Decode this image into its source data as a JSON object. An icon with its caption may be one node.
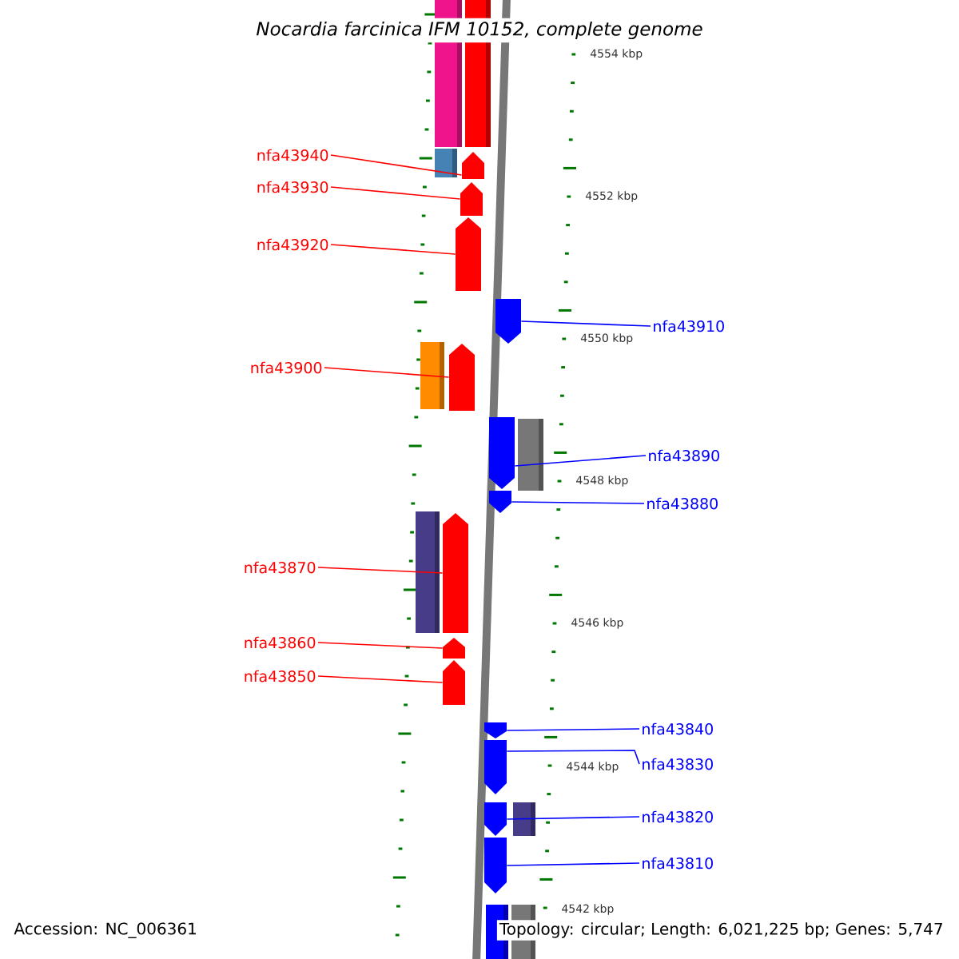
{
  "diagram": {
    "title": "Nocardia farcinica IFM 10152, complete genome",
    "nodes": [
      {
        "text": [
          "nfa43940"
        ]
      },
      {
        "text": [
          "nfa43930"
        ]
      },
      {
        "text": [
          "nfa43920"
        ]
      },
      {
        "text": [
          "nfa43900"
        ]
      },
      {
        "text": [
          "nfa43870"
        ]
      },
      {
        "text": [
          "nfa43860"
        ]
      },
      {
        "text": [
          "nfa43850"
        ]
      },
      {
        "text": [
          "nfa43910"
        ]
      },
      {
        "text": [
          "nfa43890"
        ]
      },
      {
        "text": [
          "nfa43880"
        ]
      },
      {
        "text": [
          "nfa43840"
        ]
      },
      {
        "text": [
          "nfa43830"
        ]
      },
      {
        "text": [
          "nfa43820"
        ]
      },
      {
        "text": [
          "nfa43810"
        ]
      },
      {
        "text": [],
        "shape": "box"
      },
      {
        "text": [],
        "shape": "box"
      },
      {
        "text": [],
        "shape": "box"
      },
      {
        "text": [],
        "shape": "pentagon"
      },
      {
        "text": [],
        "shape": "pentagon"
      },
      {
        "text": [],
        "shape": "pentagon"
      },
      {
        "text": [],
        "shape": "pentagon"
      },
      {
        "text": [],
        "shape": "box"
      },
      {
        "text": [],
        "shape": "pentagon"
      },
      {
        "text": [],
        "shape": "pentagon"
      },
      {
        "text": [],
        "shape": "box"
      },
      {
        "text": [],
        "shape": "pentagon"
      },
      {
        "text": [],
        "shape": "box"
      },
      {
        "text": [],
        "shape": "pentagon"
      },
      {
        "text": [],
        "shape": "pentagon"
      },
      {
        "text": [],
        "shape": "pentagon"
      },
      {
        "text": [],
        "shape": "pentagon"
      },
      {
        "text": [],
        "shape": "pentagon"
      },
      {
        "text": [],
        "shape": "pentagon"
      },
      {
        "text": [],
        "shape": "box"
      },
      {
        "text": [],
        "shape": "pentagon"
      },
      {
        "text": [],
        "shape": "box"
      },
      {
        "text": [],
        "shape": "box"
      }
    ],
    "edges": [
      {
        "from": 0,
        "to": 17,
        "arrow": "none",
        "color": "#ff0000"
      },
      {
        "from": 1,
        "to": 18,
        "arrow": "none",
        "color": "#ff0000"
      },
      {
        "from": 2,
        "to": 19,
        "arrow": "none",
        "color": "#ff0000"
      },
      {
        "from": 3,
        "to": 22,
        "arrow": "none",
        "color": "#ff0000"
      },
      {
        "from": 4,
        "to": 27,
        "arrow": "none",
        "color": "#ff0000"
      },
      {
        "from": 5,
        "to": 28,
        "arrow": "none",
        "color": "#ff0000"
      },
      {
        "from": 6,
        "to": 29,
        "arrow": "none",
        "color": "#ff0000"
      },
      {
        "from": 7,
        "to": 20,
        "arrow": "none",
        "color": "#0000ff"
      },
      {
        "from": 8,
        "to": 23,
        "arrow": "none",
        "color": "#0000ff"
      },
      {
        "from": 9,
        "to": 25,
        "arrow": "none",
        "color": "#0000ff"
      },
      {
        "from": 10,
        "to": 30,
        "arrow": "none",
        "color": "#0000ff"
      },
      {
        "from": 11,
        "to": 31,
        "arrow": "none",
        "color": "#0000ff"
      },
      {
        "from": 12,
        "to": 32,
        "arrow": "none",
        "color": "#0000ff"
      },
      {
        "from": 13,
        "to": 34,
        "arrow": "none",
        "color": "#0000ff"
      }
    ],
    "labels": [
      "4554 kbp",
      "4552 kbp",
      "4550 kbp",
      "4548 kbp",
      "4546 kbp",
      "4544 kbp",
      "4542 kbp",
      "Accession: NC_006361",
      "Topology: circular; Length: 6,021,225 bp; Genes: 5,747"
    ]
  }
}
